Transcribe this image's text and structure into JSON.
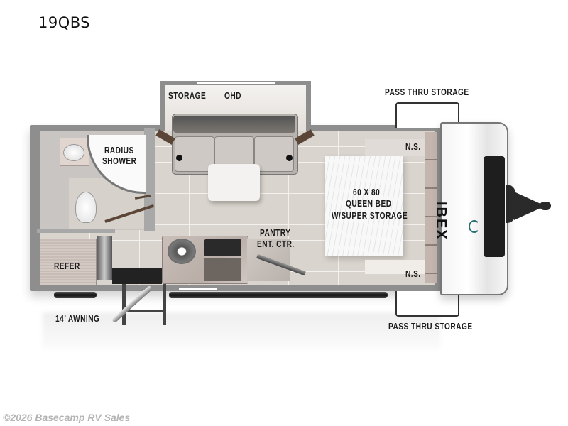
{
  "header": {
    "model_name": "19QBS"
  },
  "brand": {
    "front_cap_logo": "IBEX"
  },
  "floorplan": {
    "labels": {
      "storage": "STORAGE",
      "ohd": "OHD",
      "radius_shower_line1": "RADIUS",
      "radius_shower_line2": "SHOWER",
      "refer": "REFER",
      "pantry_line1": "PANTRY",
      "pantry_line2": "ENT. CTR.",
      "bed_line1": "60 X 80",
      "bed_line2": "QUEEN BED",
      "bed_line3": "W/SUPER STORAGE",
      "nightstand_top": "N.S.",
      "nightstand_bottom": "N.S.",
      "pass_thru_top": "PASS THRU STORAGE",
      "pass_thru_bottom": "PASS THRU STORAGE",
      "awning": "14’ AWNING"
    },
    "colors": {
      "wall": "#8e8e8e",
      "floor": "#d9d4cd",
      "cabinet_wood": "#5a4536",
      "sofa": "#c9c3be",
      "front_cap": "#f4f4f4",
      "window_black": "#1e1e1e",
      "logo_teal": "#2a6f73"
    }
  },
  "footer": {
    "copyright": "©2026 Basecamp RV Sales"
  }
}
